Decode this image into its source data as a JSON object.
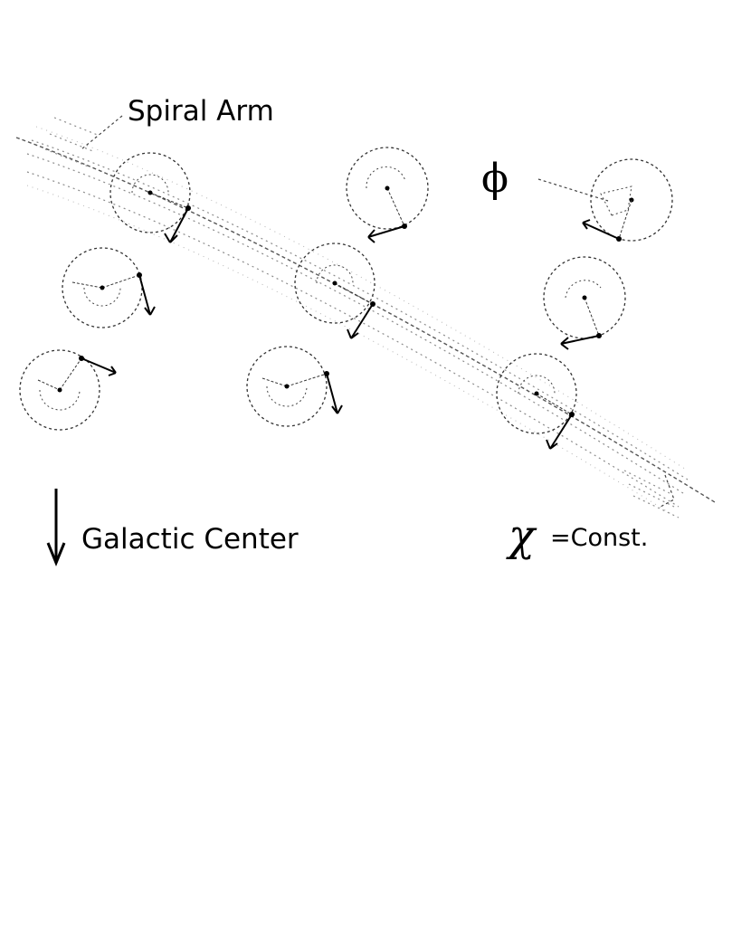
{
  "labels": {
    "spiral_arm": "Spiral Arm",
    "galactic_center": "Galactic Center",
    "chi_symbol": "χ",
    "chi_suffix": "=Const.",
    "phi_symbol": "ϕ"
  },
  "icons": {
    "galactic_center_arrow": "down-arrow-icon"
  }
}
